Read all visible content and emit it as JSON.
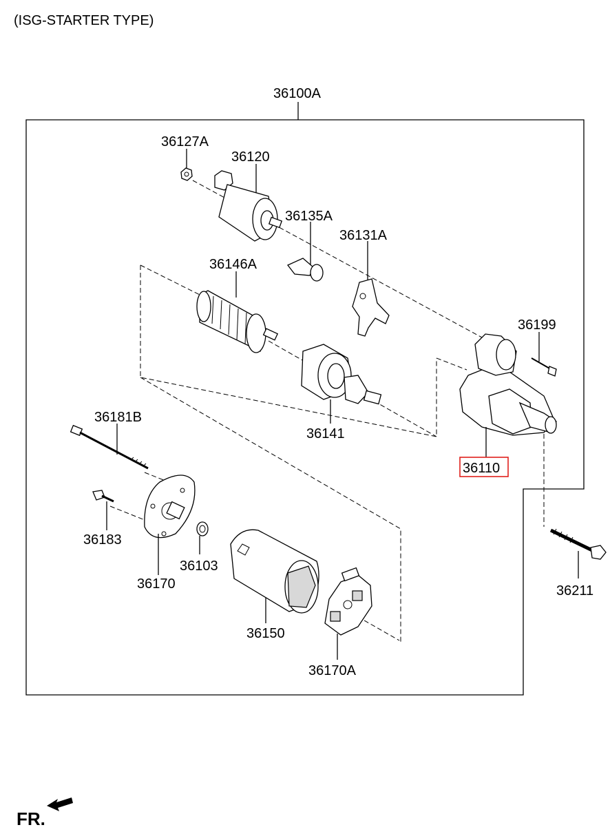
{
  "header": {
    "title": "(ISG-STARTER TYPE)"
  },
  "assembly": {
    "label": "36100A"
  },
  "parts": {
    "p36127A": "36127A",
    "p36120": "36120",
    "p36135A": "36135A",
    "p36131A": "36131A",
    "p36146A": "36146A",
    "p36199": "36199",
    "p36141": "36141",
    "p36110": "36110",
    "p36181B": "36181B",
    "p36183": "36183",
    "p36170": "36170",
    "p36103": "36103",
    "p36150": "36150",
    "p36211": "36211",
    "p36170A": "36170A"
  },
  "highlight": {
    "part": "36110",
    "color": "#e0201c"
  },
  "footer": {
    "direction_label": "FR."
  }
}
